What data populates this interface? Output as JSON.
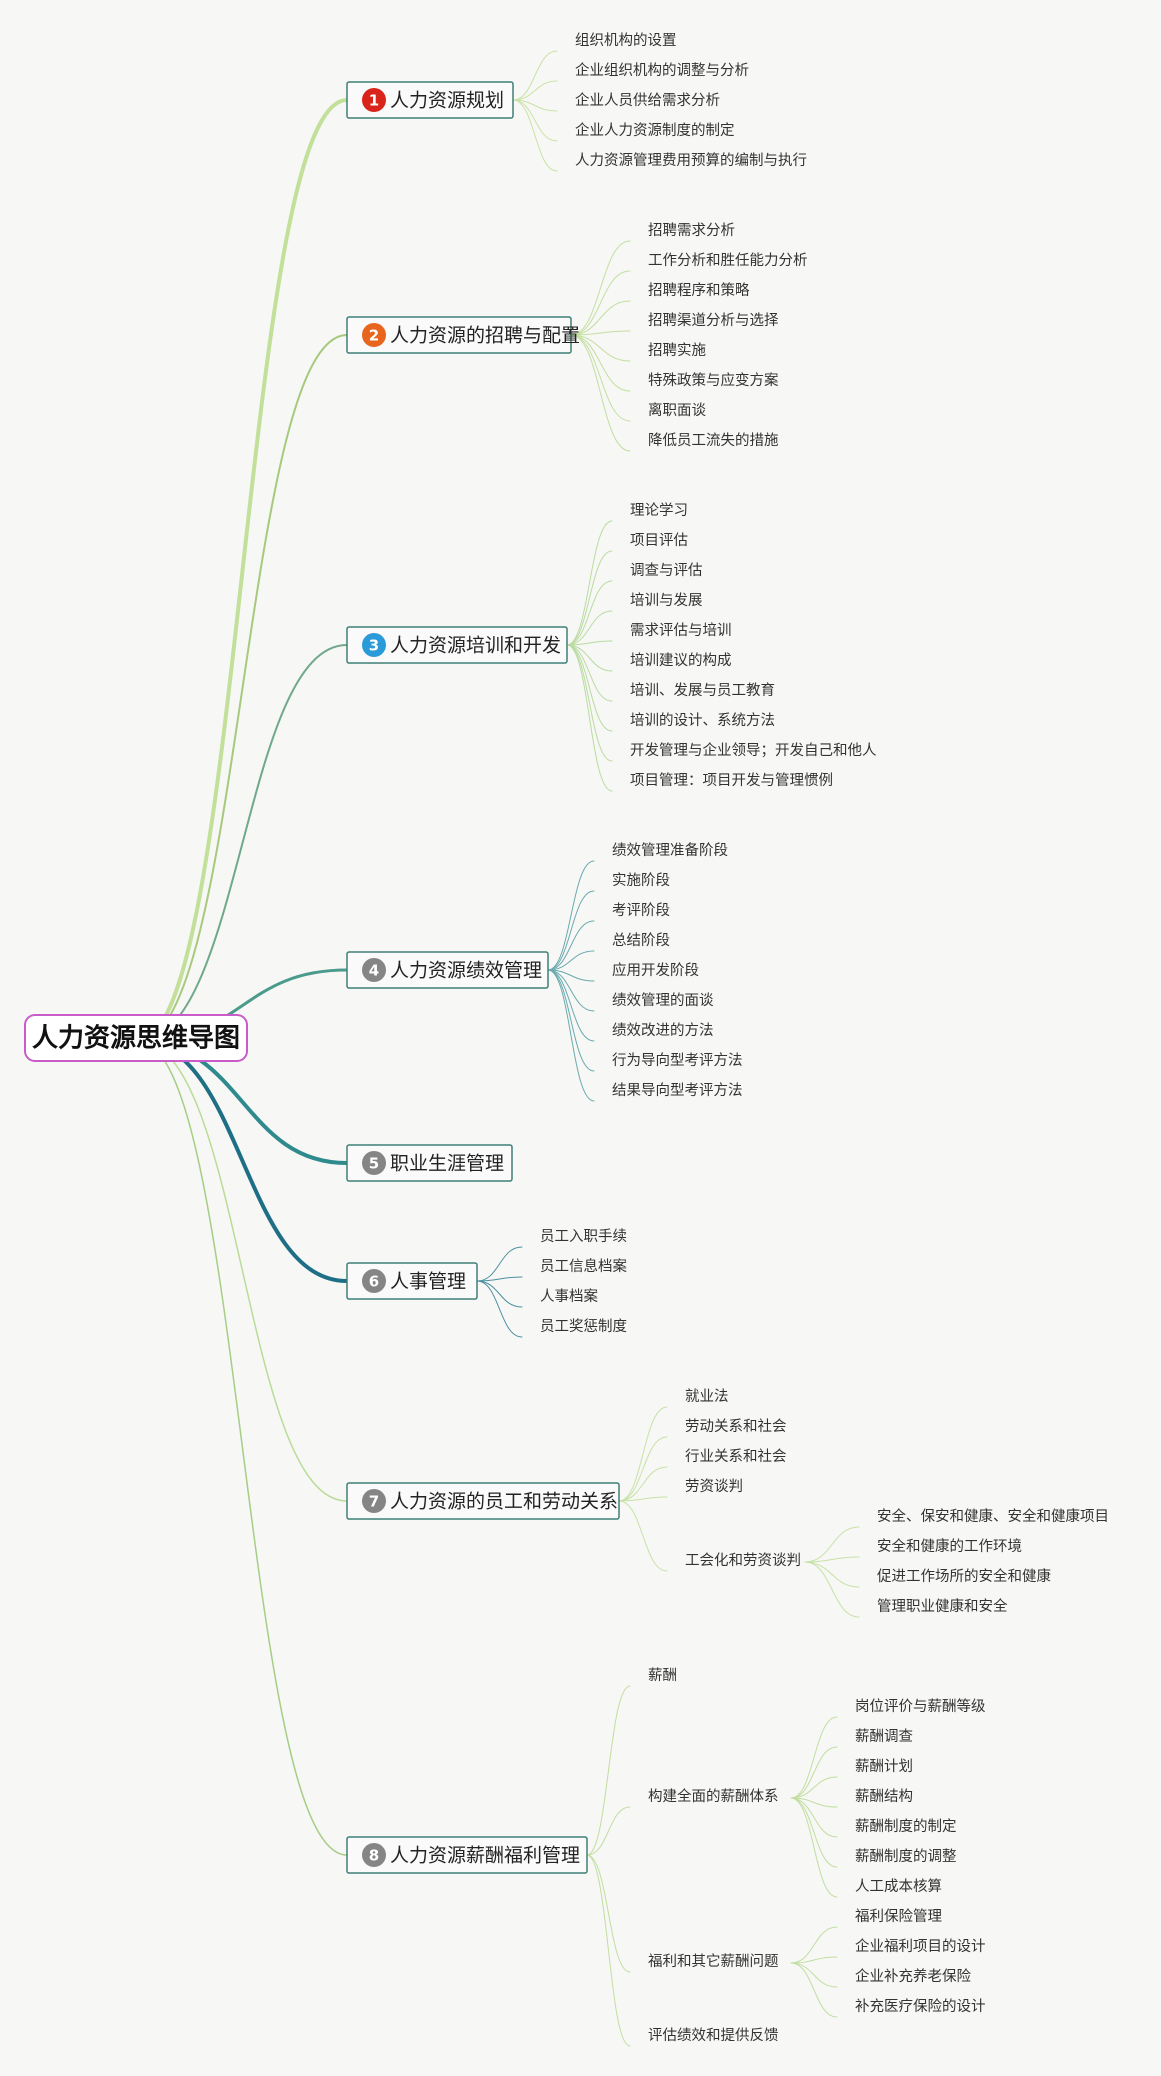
{
  "root": {
    "title": "人力资源思维导图"
  },
  "colors": {
    "root_border": "#c95cc8",
    "topic_border": "#3f7f76",
    "badge_1": "#d9241b",
    "badge_2": "#e8651e",
    "badge_3": "#2a9ad8",
    "badge_gray": "#858585"
  },
  "topics": [
    {
      "num": "1",
      "label": "人力资源规划",
      "children": [
        "组织机构的设置",
        "企业组织机构的调整与分析",
        "企业人员供给需求分析",
        "企业人力资源制度的制定",
        "人力资源管理费用预算的编制与执行"
      ]
    },
    {
      "num": "2",
      "label": "人力资源的招聘与配置",
      "children": [
        "招聘需求分析",
        "工作分析和胜任能力分析",
        "招聘程序和策略",
        "招聘渠道分析与选择",
        "招聘实施",
        "特殊政策与应变方案",
        "离职面谈",
        "降低员工流失的措施"
      ]
    },
    {
      "num": "3",
      "label": "人力资源培训和开发",
      "children": [
        "理论学习",
        "项目评估",
        "调查与评估",
        "培训与发展",
        "需求评估与培训",
        "培训建议的构成",
        "培训、发展与员工教育",
        "培训的设计、系统方法",
        "开发管理与企业领导；开发自己和他人",
        "项目管理：项目开发与管理惯例"
      ]
    },
    {
      "num": "4",
      "label": "人力资源绩效管理",
      "children": [
        "绩效管理准备阶段",
        "实施阶段",
        "考评阶段",
        "总结阶段",
        "应用开发阶段",
        "绩效管理的面谈",
        "绩效改进的方法",
        "行为导向型考评方法",
        "结果导向型考评方法"
      ]
    },
    {
      "num": "5",
      "label": "职业生涯管理",
      "children": []
    },
    {
      "num": "6",
      "label": "人事管理",
      "children": [
        "员工入职手续",
        "员工信息档案",
        "人事档案",
        "员工奖惩制度"
      ]
    },
    {
      "num": "7",
      "label": "人力资源的员工和劳动关系",
      "children": [
        "就业法",
        "劳动关系和社会",
        "行业关系和社会",
        "劳资谈判"
      ],
      "sub": {
        "label": "工会化和劳资谈判",
        "children": [
          "安全、保安和健康、安全和健康项目",
          "安全和健康的工作环境",
          "促进工作场所的安全和健康",
          "管理职业健康和安全"
        ]
      }
    },
    {
      "num": "8",
      "label": "人力资源薪酬福利管理",
      "items": [
        {
          "label": "薪酬",
          "children": []
        },
        {
          "label": "构建全面的薪酬体系",
          "children": [
            "岗位评价与薪酬等级",
            "薪酬调查",
            "薪酬计划",
            "薪酬结构",
            "薪酬制度的制定",
            "薪酬制度的调整",
            "人工成本核算"
          ]
        },
        {
          "label": "福利和其它薪酬问题",
          "children": [
            "福利保险管理",
            "企业福利项目的设计",
            "企业补充养老保险",
            "补充医疗保险的设计"
          ]
        },
        {
          "label": "评估绩效和提供反馈",
          "children": []
        }
      ]
    }
  ]
}
